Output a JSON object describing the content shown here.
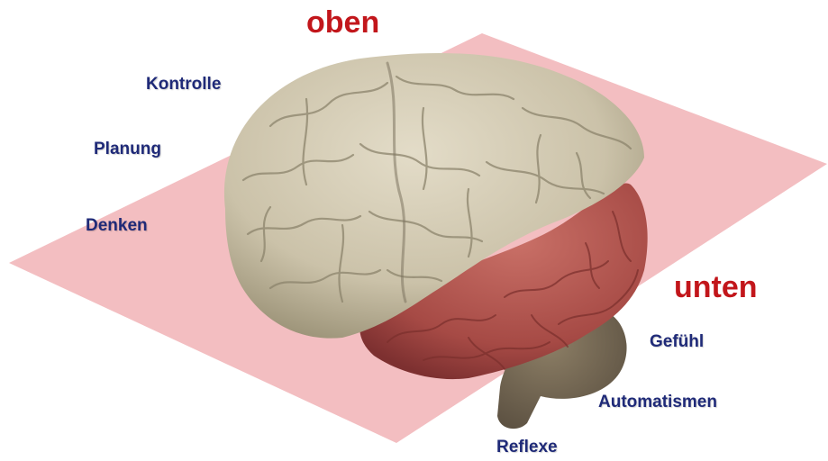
{
  "colors": {
    "heading": "#c2161b",
    "label": "#1f2a78",
    "plane": "#f2b8bc",
    "upper_brain": "#cec5ad",
    "lower_brain": "#a64a45",
    "brainstem": "#6e6250"
  },
  "labels": {
    "top_heading": "oben",
    "bottom_heading": "unten",
    "upper": [
      "Kontrolle",
      "Planung",
      "Denken"
    ],
    "lower": [
      "Gefühl",
      "Automatismen",
      "Reflexe"
    ]
  }
}
